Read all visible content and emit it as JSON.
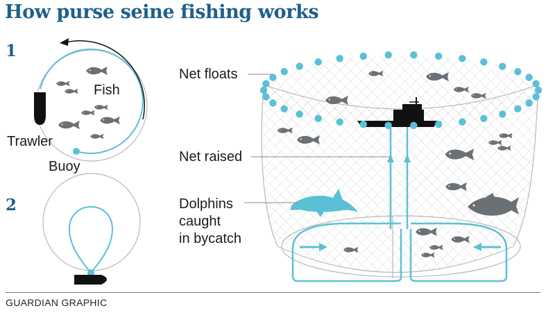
{
  "title": "How purse seine fishing works",
  "steps": [
    "1",
    "2"
  ],
  "labels": {
    "fish": "Fish",
    "trawler": "Trawler",
    "buoy": "Buoy",
    "net_floats": "Net floats",
    "net_raised": "Net raised",
    "dolphins_1": "Dolphins",
    "dolphins_2": "caught",
    "dolphins_3": "in bycatch"
  },
  "credit": "GUARDIAN GRAPHIC",
  "colors": {
    "title": "#1f5f8b",
    "net": "#5bc0d6",
    "fish": "#6b7075",
    "dolphin": "#5bc0d6",
    "vessel": "#111111"
  }
}
